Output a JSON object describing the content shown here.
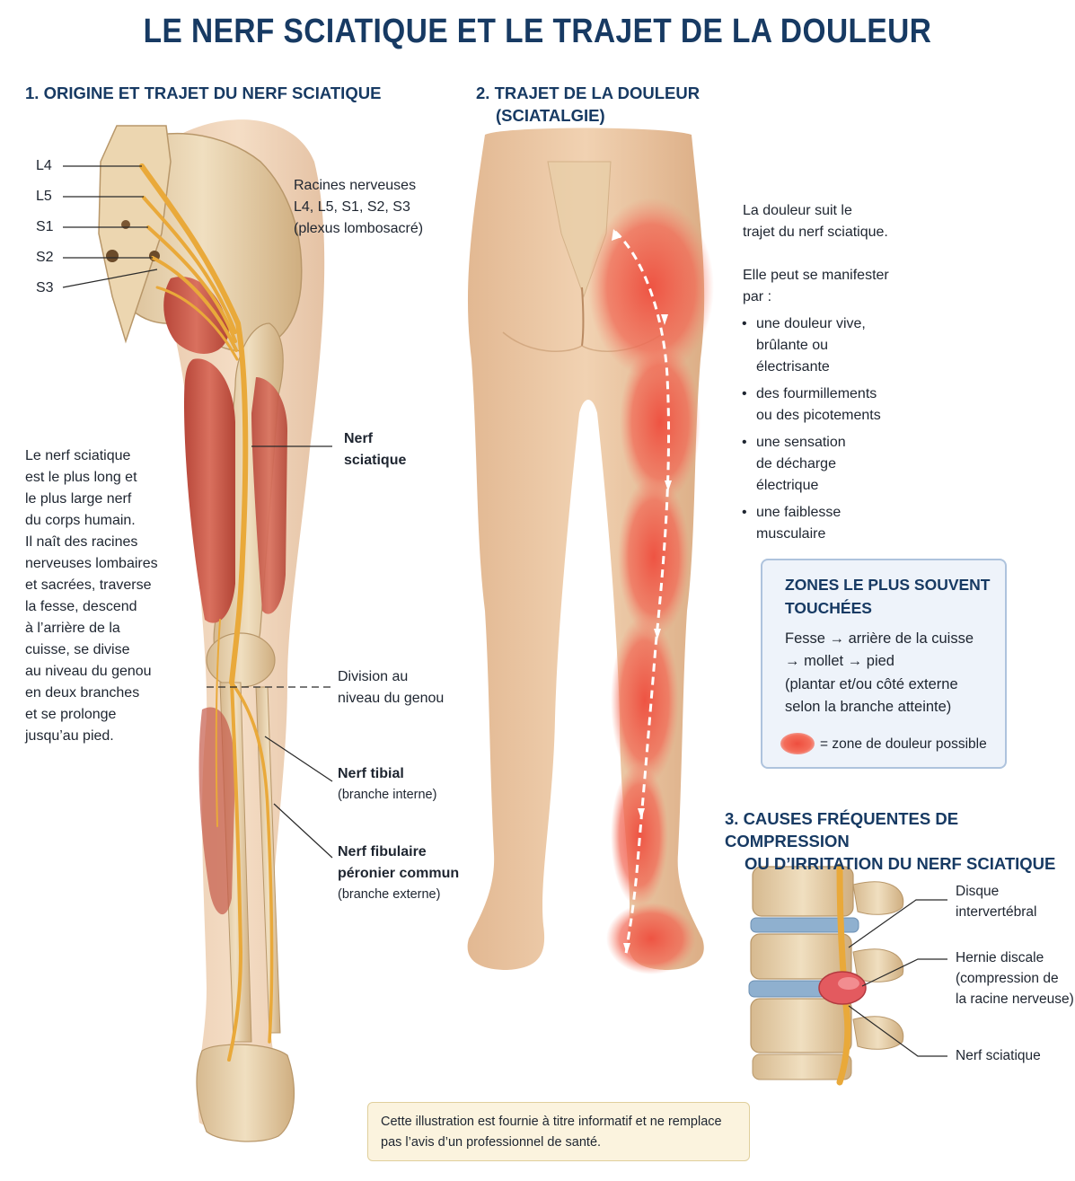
{
  "title": "LE NERF SCIATIQUE ET LE TRAJET DE LA DOULEUR",
  "section1": {
    "heading": "1. ORIGINE ET TRAJET DU NERF SCIATIQUE",
    "vertebrae": [
      "L4",
      "L5",
      "S1",
      "S2",
      "S3"
    ],
    "roots_lines": [
      "Racines nerveuses",
      "L4, L5, S1, S2, S3",
      "(plexus lombosacré)"
    ],
    "description_lines": [
      "Le nerf sciatique",
      "est le plus long et",
      "le plus large nerf",
      "du corps humain.",
      "Il naît des racines",
      "nerveuses lombaires",
      "et sacrées, traverse",
      "la fesse, descend",
      "à l’arrière de la",
      "cuisse, se divise",
      "au niveau du genou",
      "en deux branches",
      "et se prolonge",
      "jusqu’au pied."
    ],
    "label_sciatic": [
      "Nerf",
      "sciatique"
    ],
    "label_division": [
      "Division au",
      "niveau du genou"
    ],
    "label_tibial": "Nerf tibial",
    "label_tibial_sub": "(branche interne)",
    "label_fibular": [
      "Nerf fibulaire",
      "péronier commun"
    ],
    "label_fibular_sub": "(branche externe)"
  },
  "section2": {
    "heading_lines": [
      "2. TRAJET DE LA DOULEUR",
      "(SCIATALGIE)"
    ],
    "intro_lines": [
      "La douleur suit le",
      "trajet du nerf sciatique."
    ],
    "manifest_lines": [
      "Elle peut se manifester",
      "par :"
    ],
    "bullets": [
      [
        "une douleur vive,",
        "brûlante ou",
        "électrisante"
      ],
      [
        "des fourmillements",
        "ou des picotements"
      ],
      [
        "une sensation",
        "de décharge",
        "électrique"
      ],
      [
        "une faiblesse",
        "musculaire"
      ]
    ],
    "zones": {
      "title": "ZONES LE PLUS SOUVENT TOUCHÉES",
      "line1": "Fesse  →  arrière de la cuisse",
      "line2": "→  mollet  →  pied",
      "line3": "(plantar et/ou côté externe",
      "line4": "selon la branche atteinte)",
      "legend": "= zone de douleur possible"
    },
    "colors": {
      "pain": "#ee4e3e",
      "skin": "#ecc8a4",
      "nerve": "#e9a93a",
      "heading": "#173a63"
    }
  },
  "section3": {
    "heading_lines": [
      "3. CAUSES FRÉQUENTES DE COMPRESSION",
      "OU D’IRRITATION DU NERF SCIATIQUE"
    ],
    "label_disc": [
      "Disque",
      "intervertébral"
    ],
    "label_hernia": [
      "Hernie discale",
      "(compression de",
      "la racine nerveuse)"
    ],
    "label_nerve": "Nerf sciatique"
  },
  "disclaimer_lines": [
    "Cette illustration est fournie à titre informatif et ne remplace",
    "pas l’avis d’un professionnel de santé."
  ]
}
